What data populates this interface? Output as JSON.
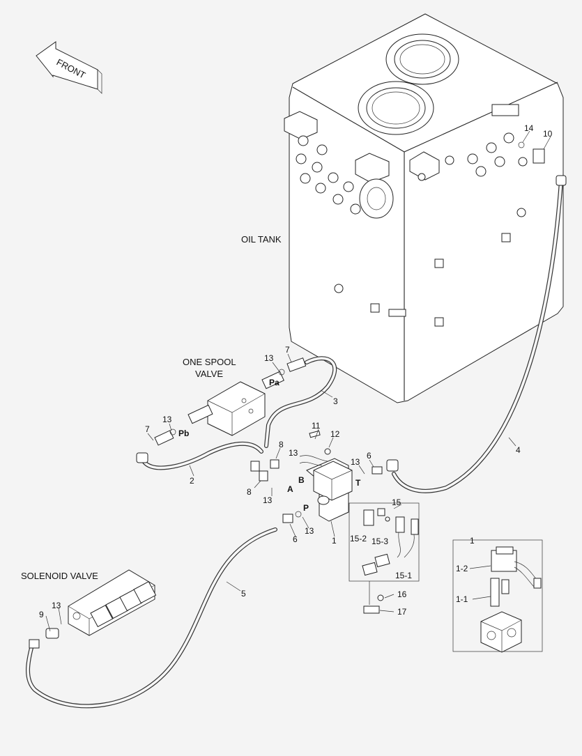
{
  "orientation": {
    "front": "FRONT"
  },
  "components": {
    "oil_tank": "OIL TANK",
    "one_spool_valve": [
      "ONE SPOOL",
      "VALVE"
    ],
    "solenoid_valve": "SOLENOID VALVE"
  },
  "ports": {
    "pa": "Pa",
    "pb": "Pb",
    "a": "A",
    "b": "B",
    "p": "P",
    "t": "T"
  },
  "callouts": {
    "n1": "1",
    "n2": "2",
    "n3": "3",
    "n4": "4",
    "n5": "5",
    "n6": "6",
    "n7": "7",
    "n8": "8",
    "n9": "9",
    "n10": "10",
    "n11": "11",
    "n12": "12",
    "n13": "13",
    "n14": "14",
    "n15": "15",
    "n15_1": "15-1",
    "n15_2": "15-2",
    "n15_3": "15-3",
    "n16": "16",
    "n17": "17",
    "n1_1": "1-1",
    "n1_2": "1-2"
  }
}
